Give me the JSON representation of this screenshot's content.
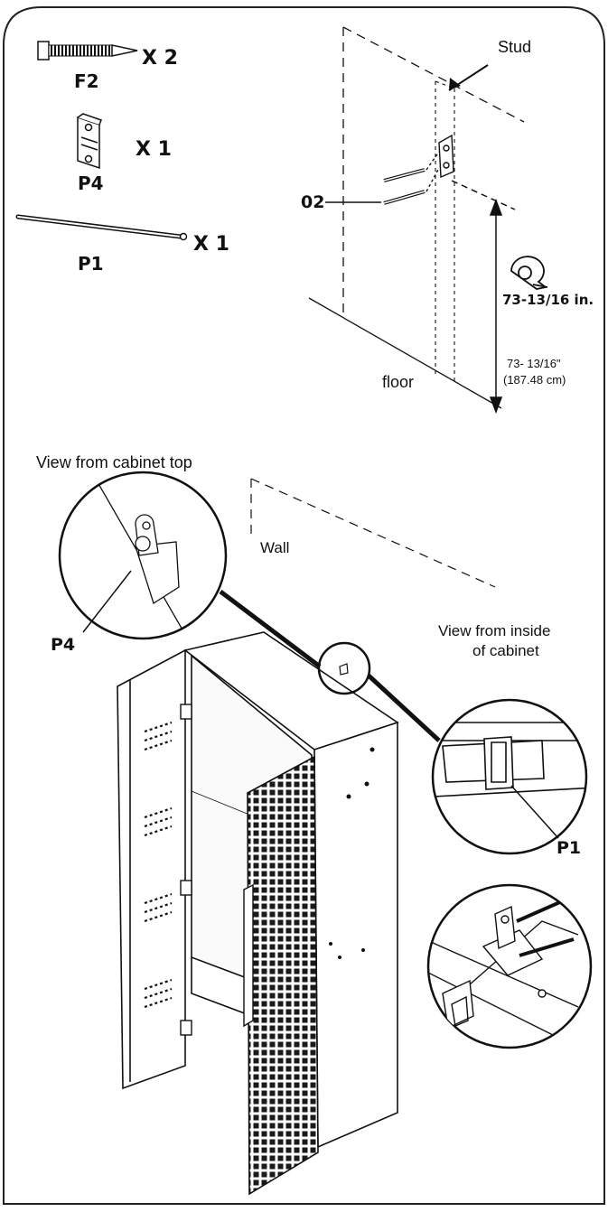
{
  "parts": {
    "screw": {
      "code": "F2",
      "qty": "X 2"
    },
    "bracket": {
      "code": "P4",
      "qty": "X 1"
    },
    "rod": {
      "code": "P1",
      "qty": "X 1"
    }
  },
  "wall_detail": {
    "stud_label": "Stud",
    "screw_callout": "02",
    "floor_label": "floor",
    "tape_measure_text": "73-13/16 in.",
    "height_imperial": "73- 13/16\"",
    "height_metric": "(187.48 cm)",
    "tape_icon": "tape-measure-icon"
  },
  "cabinet_detail": {
    "top_view_label": "View from cabinet top",
    "wall_label": "Wall",
    "top_view_part": "P4",
    "inside_view_label_line1": "View from inside",
    "inside_view_label_line2": "of cabinet",
    "inside_view_part": "P1"
  }
}
